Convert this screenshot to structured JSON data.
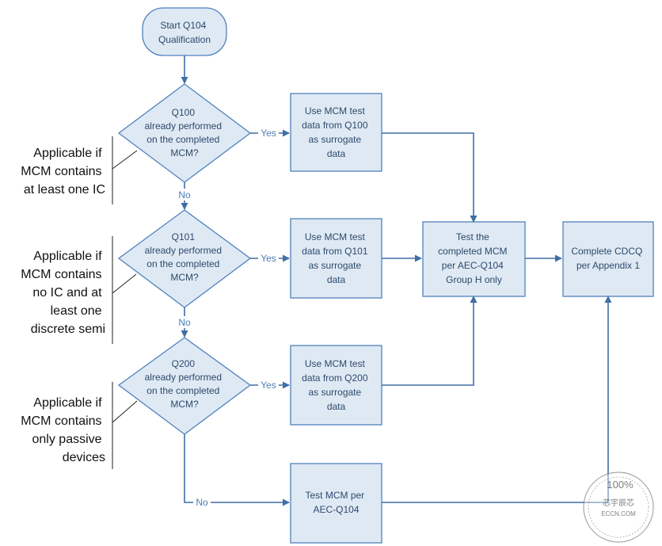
{
  "nodes": {
    "start": [
      "Start Q104",
      "Qualification"
    ],
    "d_q100": [
      "Q100",
      "already performed",
      "on the completed",
      "MCM?"
    ],
    "d_q101": [
      "Q101",
      "already performed",
      "on the completed",
      "MCM?"
    ],
    "d_q200": [
      "Q200",
      "already performed",
      "on the completed",
      "MCM?"
    ],
    "use_q100": [
      "Use MCM test",
      "data from Q100",
      "as surrogate",
      "data"
    ],
    "use_q101": [
      "Use MCM test",
      "data from Q101",
      "as surrogate",
      "data"
    ],
    "use_q200": [
      "Use MCM test",
      "data from Q200",
      "as surrogate",
      "data"
    ],
    "test_h": [
      "Test the",
      "completed MCM",
      "per AEC-Q104",
      "Group H only"
    ],
    "cdcq": [
      "Complete CDCQ",
      "per Appendix 1"
    ],
    "test_q104": [
      "Test MCM per",
      "AEC-Q104"
    ]
  },
  "edge_labels": {
    "yes1": "Yes",
    "yes2": "Yes",
    "yes3": "Yes",
    "no1": "No",
    "no2": "No",
    "no3": "No"
  },
  "notes": {
    "ic": [
      "Applicable if",
      "MCM contains",
      "at least one IC"
    ],
    "semi": [
      "Applicable if",
      "MCM contains",
      "no IC and at",
      "least one",
      "discrete semi"
    ],
    "passive": [
      "Applicable if",
      "MCM contains",
      "only passive",
      "devices"
    ]
  },
  "watermark": {
    "percent": "100%",
    "name": "芯宇辰芯",
    "site": "ECCN.COM"
  },
  "colors": {
    "box_fill": "#dfe9f4",
    "box_stroke": "#4f81bd",
    "edge": "#3f6fa5",
    "label": "#4a7eb5"
  }
}
